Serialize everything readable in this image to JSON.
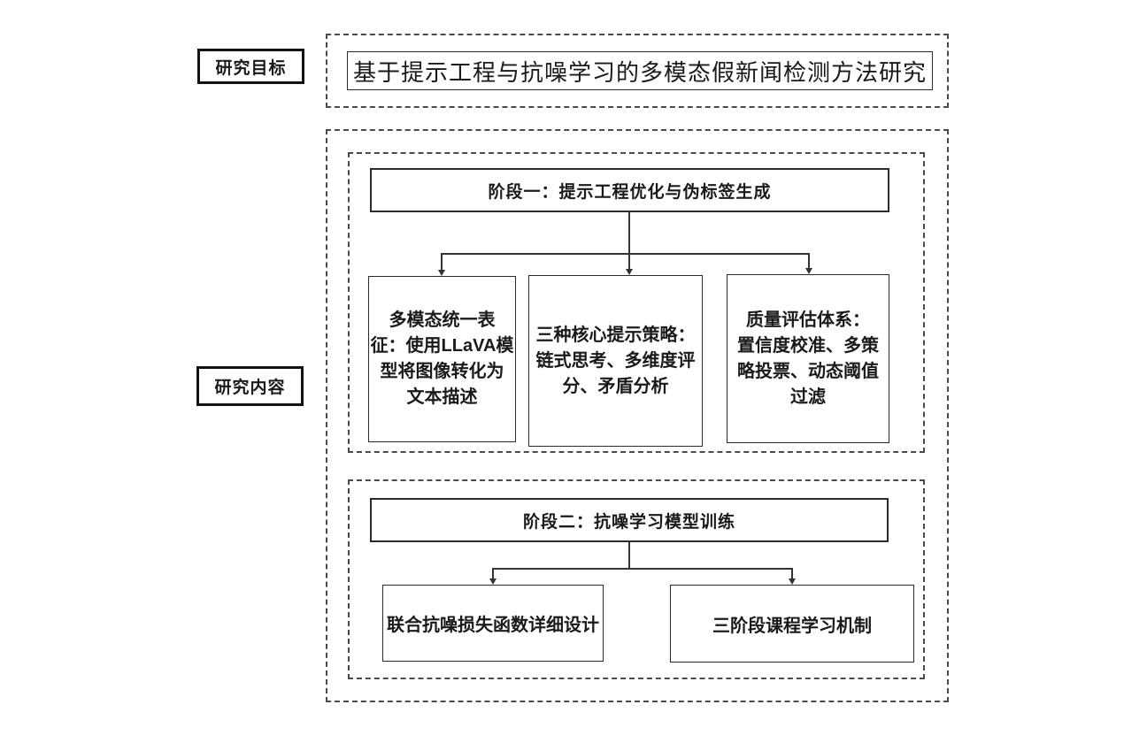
{
  "diagram": {
    "side_labels": {
      "goal": "研究目标",
      "content": "研究内容"
    },
    "title": "基于提示工程与抗噪学习的多模态假新闻检测方法研究",
    "stages": [
      {
        "header": "阶段一：提示工程优化与伪标签生成",
        "items": [
          "多模态统一表\n征：使用LLaVA模\n型将图像转化为\n文本描述",
          "三种核心提示策略：\n链式思考、多维度评\n分、矛盾分析",
          "质量评估体系：\n置信度校准、多策\n略投票、动态阈值\n过滤"
        ]
      },
      {
        "header": "阶段二：抗噪学习模型训练",
        "items": [
          "联合抗噪损失函数详细设计",
          "三阶段课程学习机制"
        ]
      }
    ],
    "colors": {
      "background": "#ffffff",
      "solid_border": "#2b2b2b",
      "dashed_border": "#4a4a4a",
      "connector_line": "#333333",
      "text": "#1a1a1a"
    }
  }
}
